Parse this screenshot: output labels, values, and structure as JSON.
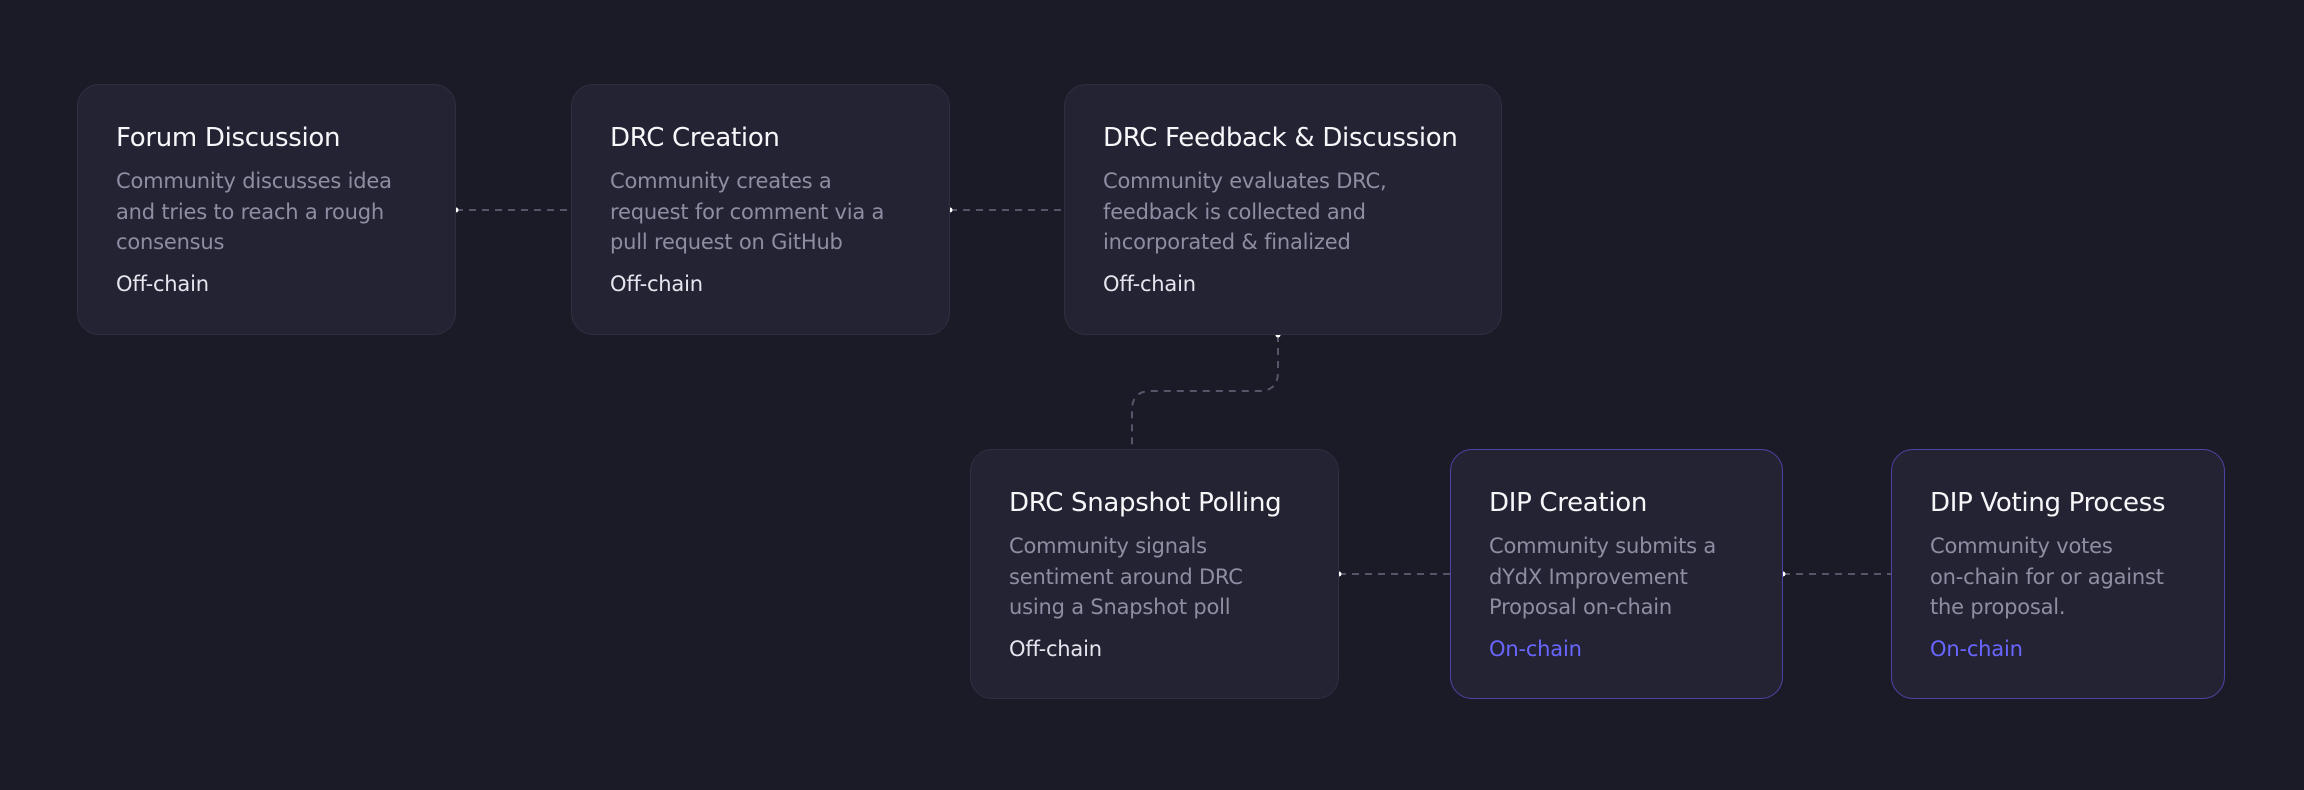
{
  "steps": [
    {
      "title": "Forum Discussion",
      "description": "Community discusses idea\nand tries to reach a rough\nconsensus",
      "tag": "Off-chain",
      "chain": "off"
    },
    {
      "title": "DRC Creation",
      "description": "Community creates a\nrequest for comment via a\npull request on GitHub",
      "tag": "Off-chain",
      "chain": "off"
    },
    {
      "title": "DRC Feedback & Discussion",
      "description": "Community evaluates DRC,\nfeedback is collected and\nincorporated & finalized",
      "tag": "Off-chain",
      "chain": "off"
    },
    {
      "title": "DRC Snapshot Polling",
      "description": "Community signals\nsentiment around DRC\nusing a Snapshot poll",
      "tag": "Off-chain",
      "chain": "off"
    },
    {
      "title": "DIP Creation",
      "description": "Community submits a\ndYdX Improvement\nProposal on-chain",
      "tag": "On-chain",
      "chain": "on"
    },
    {
      "title": "DIP Voting Process",
      "description": "Community votes\non-chain for or against\nthe proposal.",
      "tag": "On-chain",
      "chain": "on"
    }
  ],
  "colors": {
    "background": "#1b1a27",
    "card": "#242333",
    "off_chain_tag": "#e6e5ee",
    "on_chain_tag": "#6966ff",
    "on_chain_border": "#4a45a3"
  }
}
